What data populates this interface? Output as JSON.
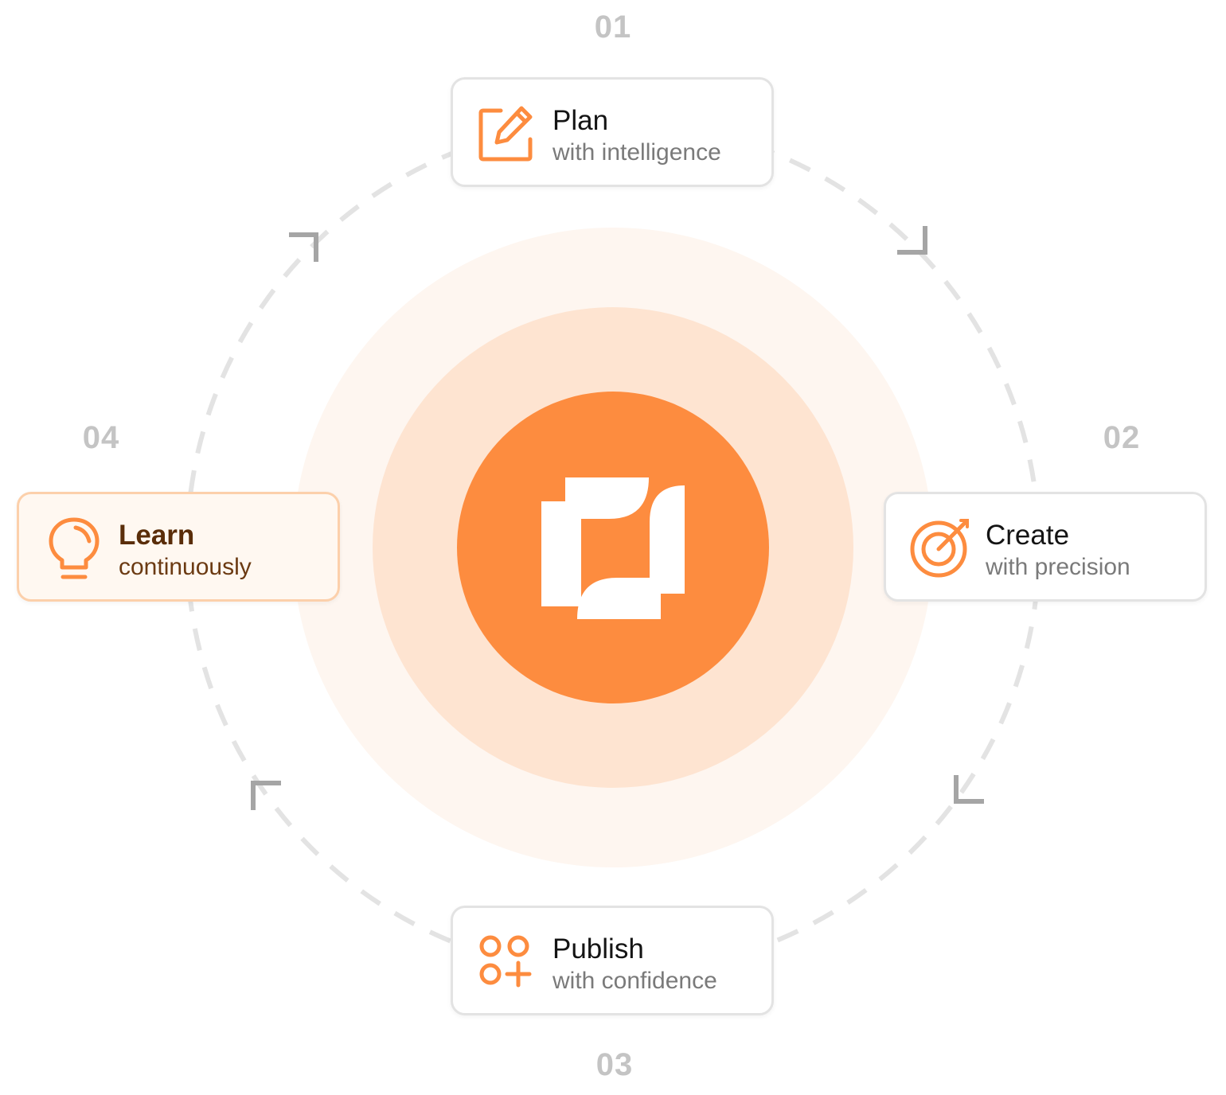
{
  "colors": {
    "accent": "#fd8c3f",
    "halo_outer": "#fef6f0",
    "halo_inner": "#fee4d1",
    "dashed_ring": "#e3e3e3",
    "arrow": "#a5a5a5",
    "step_number": "#c4c4c4",
    "active_card_bg": "#fff8f1",
    "active_card_border": "#fcd0ab"
  },
  "center": {
    "logo": "brand-logo-icon"
  },
  "steps": [
    {
      "number": "01",
      "title": "Plan",
      "subtitle": "with intelligence",
      "icon": "edit-icon",
      "active": false
    },
    {
      "number": "02",
      "title": "Create",
      "subtitle": "with precision",
      "icon": "target-icon",
      "active": false
    },
    {
      "number": "03",
      "title": "Publish",
      "subtitle": "with confidence",
      "icon": "apps-add-icon",
      "active": false
    },
    {
      "number": "04",
      "title": "Learn",
      "subtitle": "continuously",
      "icon": "lightbulb-icon",
      "active": true
    }
  ],
  "arrows": [
    "arrow-down-right-icon",
    "arrow-down-left-icon",
    "arrow-up-left-icon",
    "arrow-up-right-icon"
  ]
}
